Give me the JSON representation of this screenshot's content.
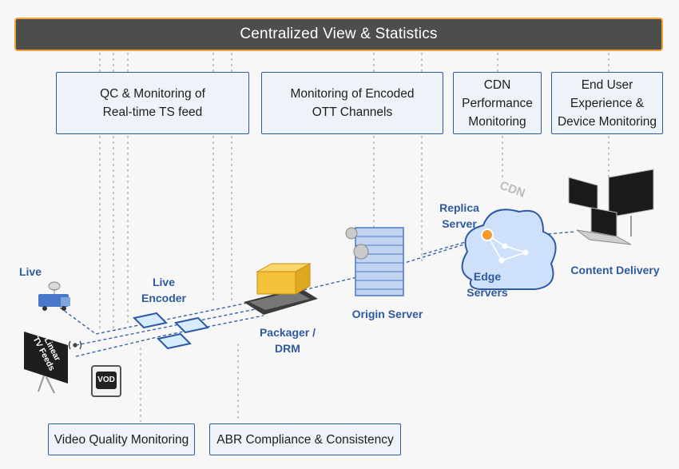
{
  "header": {
    "title": "Centralized View & Statistics"
  },
  "monitor_boxes": {
    "qc": [
      "QC & Monitoring of",
      "Real-time TS feed"
    ],
    "ott": [
      "Monitoring of Encoded",
      "OTT Channels"
    ],
    "cdn": [
      "CDN",
      "Performance",
      "Monitoring"
    ],
    "enduser": [
      "End User",
      "Experience &",
      "Device Monitoring"
    ]
  },
  "bottom_boxes": {
    "vqm": "Video Quality Monitoring",
    "abr": "ABR Compliance & Consistency"
  },
  "nodes": {
    "live": "Live",
    "live_encoder": [
      "Live",
      "Encoder"
    ],
    "packager": [
      "Packager /",
      "DRM"
    ],
    "origin": "Origin Server",
    "replica": [
      "Replica",
      "Server"
    ],
    "edge": [
      "Edge",
      "Servers"
    ],
    "content_delivery": "Content Delivery",
    "linear_feeds": [
      "Linear",
      "TV Feeds"
    ],
    "vod": "VOD",
    "cdn_tag": "CDN"
  },
  "colors": {
    "accent": "#2d5aa0",
    "header_bg": "#4d4d4b",
    "header_border": "#f0a43a"
  }
}
